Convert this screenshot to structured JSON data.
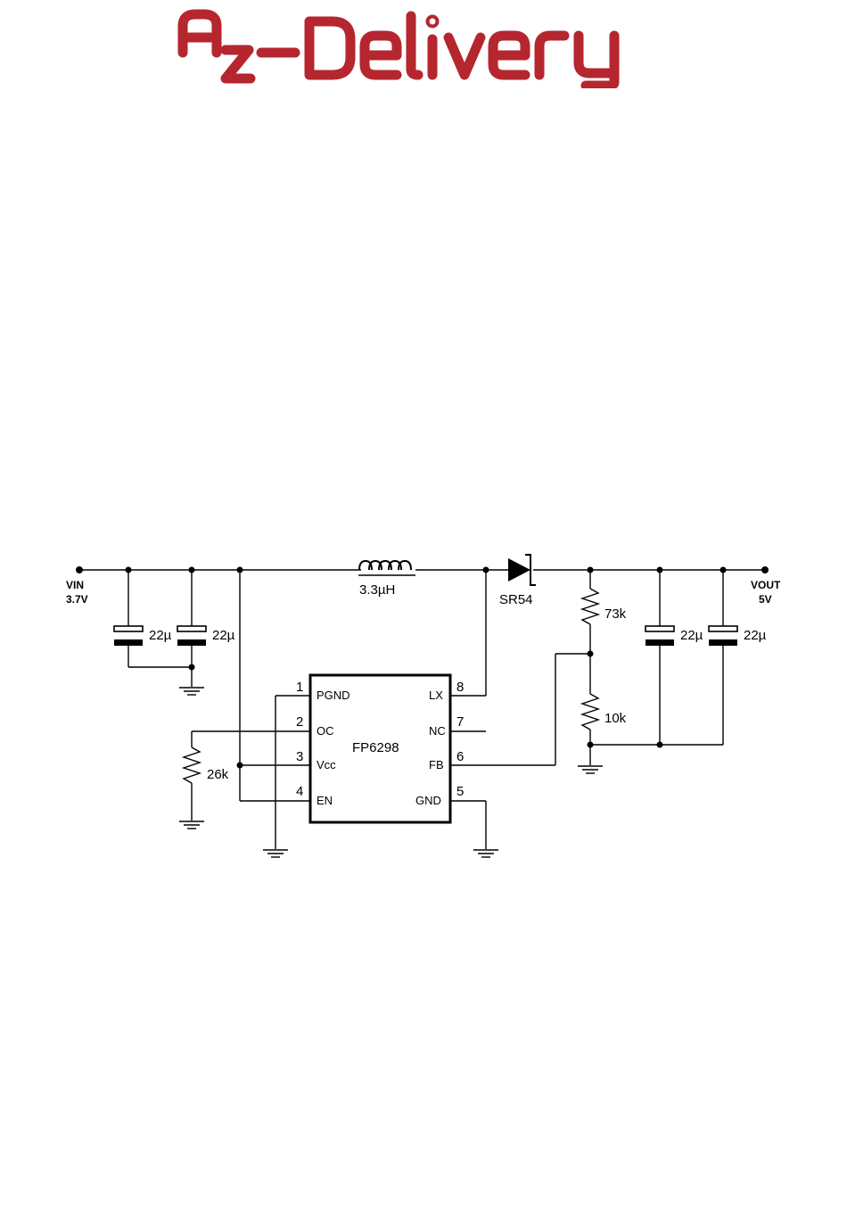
{
  "brand": {
    "logo_text": "AZ-Delivery",
    "color": "#b5262f"
  },
  "schematic": {
    "input": {
      "name": "VIN",
      "voltage": "3.7V"
    },
    "output": {
      "name": "VOUT",
      "voltage": "5V"
    },
    "inductor": "3.3µH",
    "diode": "SR54",
    "ic": {
      "name": "FP6298",
      "pins": [
        {
          "num": "1",
          "name": "PGND"
        },
        {
          "num": "2",
          "name": "OC"
        },
        {
          "num": "3",
          "name": "Vcc"
        },
        {
          "num": "4",
          "name": "EN"
        },
        {
          "num": "5",
          "name": "GND"
        },
        {
          "num": "6",
          "name": "FB"
        },
        {
          "num": "7",
          "name": "NC"
        },
        {
          "num": "8",
          "name": "LX"
        }
      ]
    },
    "input_caps": [
      "22µ",
      "22µ"
    ],
    "output_caps": [
      "22µ",
      "22µ"
    ],
    "resistors": {
      "oc": "26k",
      "fb_top": "73k",
      "fb_bottom": "10k"
    }
  }
}
